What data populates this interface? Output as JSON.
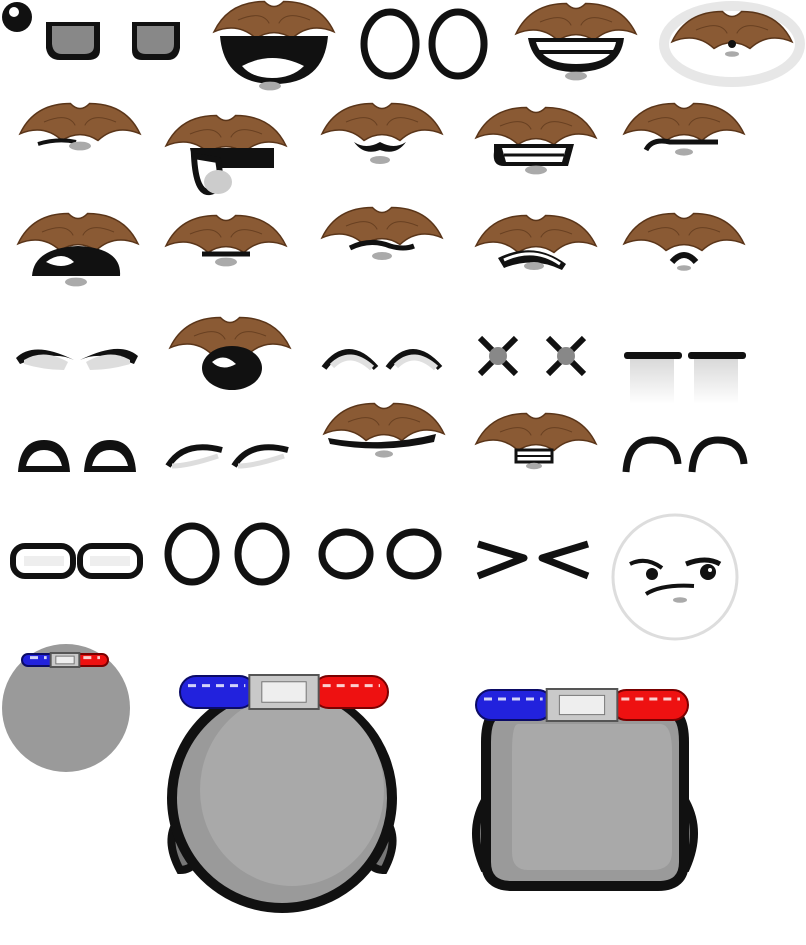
{
  "sheet": {
    "background": "#ffffff",
    "rows": [
      [
        "pupil-dot",
        "eye-lids-grey",
        "face-mustache-open-grin",
        "eyes-round-wide",
        "face-mustache-teeth-smile",
        "face-mustache-on-pale-circle"
      ],
      [
        "mouth-mustache-smirk-line",
        "mouth-mustache-tongue-out",
        "mouth-mustache-curly-lips",
        "mouth-mustache-gritted-teeth",
        "mouth-mustache-sly-line"
      ],
      [
        "mouth-mustache-wide-open",
        "mouth-mustache-flat-line",
        "mouth-mustache-wavy-line",
        "mouth-mustache-angry-teeth",
        "mouth-mustache-frown"
      ],
      [
        "eyes-angry-brows",
        "mouth-mustache-shouting",
        "eyes-raised-arches",
        "eyes-x-dead",
        "eyes-flat-lines-fade"
      ],
      [
        "eyes-half-closed-happy",
        "eyes-narrowed-sleepy",
        "mouth-mustache-long-grimace",
        "mouth-mustache-clenched-small",
        "eyes-drooping-tired"
      ],
      [
        "eyes-squinted-rectangles",
        "eyes-tall-ovals",
        "eyes-wide-circles-2",
        "eyes-squeezed-chevrons",
        "face-preview-suspicious"
      ],
      [
        "head-police-small-preview",
        "head-police-round",
        "head-police-square"
      ]
    ]
  },
  "colors": {
    "outline": "#111111",
    "mustache": "#8a5a34",
    "mustache_dark": "#5a3519",
    "skin": "#9a9a9a",
    "skin_light": "#a9a9a9",
    "siren_blue": "#2222dd",
    "siren_red": "#ee1111",
    "siren_silver": "#c9c9c9",
    "mouth_shadow": "#aaaaaa"
  }
}
